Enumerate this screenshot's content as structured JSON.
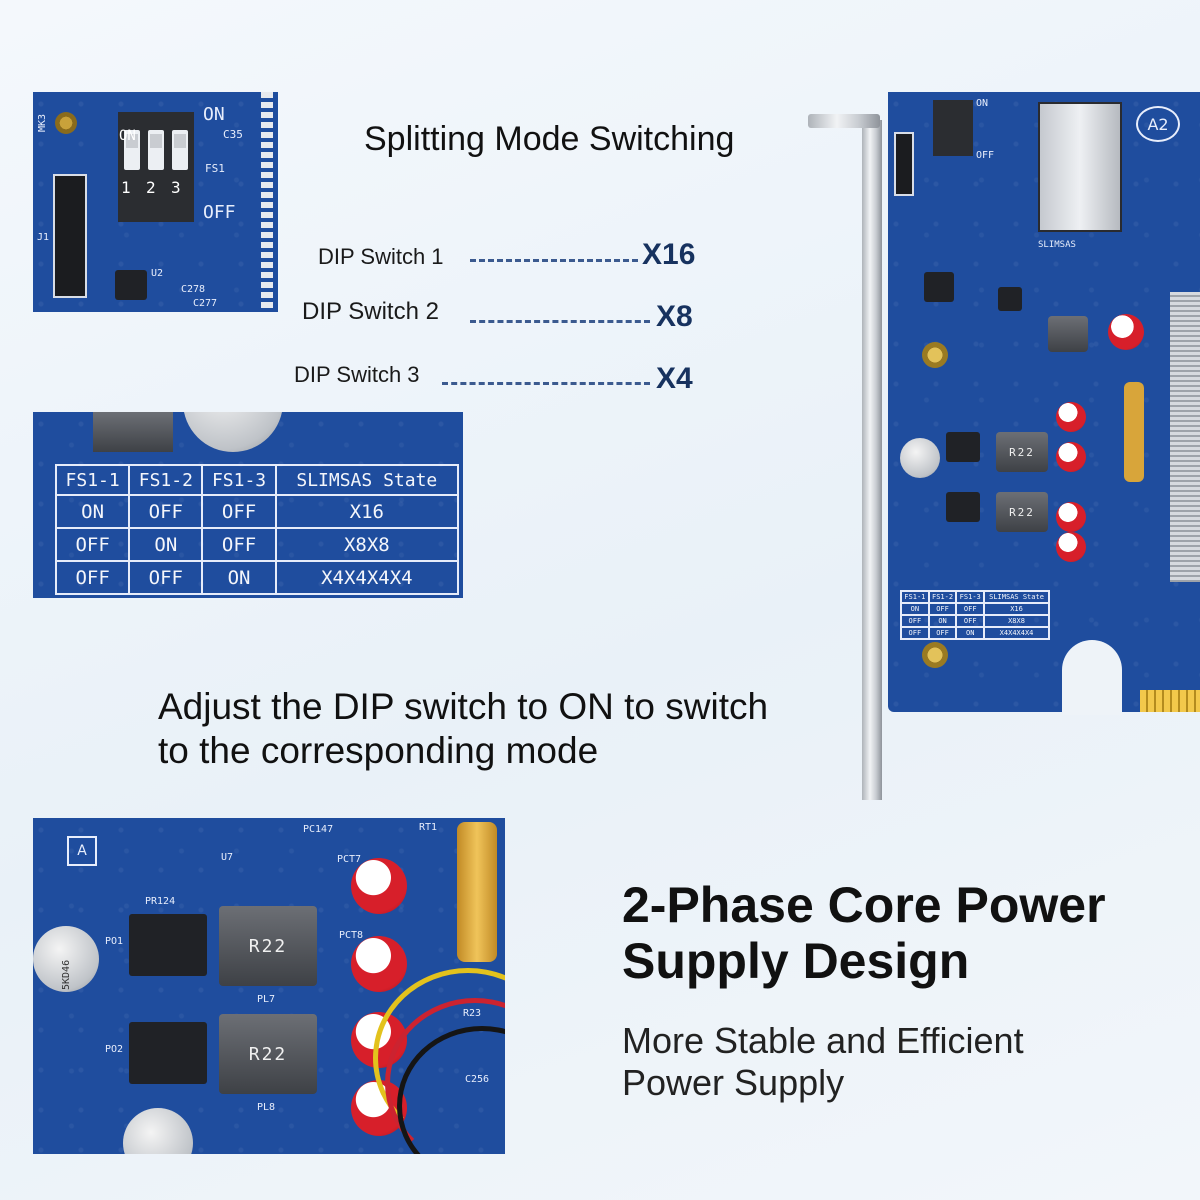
{
  "title": "Splitting Mode Switching",
  "dip_mapping": [
    {
      "label": "DIP Switch 1",
      "mode": "X16"
    },
    {
      "label": "DIP Switch 2",
      "mode": "X8"
    },
    {
      "label": "DIP Switch 3",
      "mode": "X4"
    }
  ],
  "dip_board_silk": {
    "on": "ON",
    "off": "OFF",
    "nums": [
      "1",
      "2",
      "3"
    ],
    "on_small": "ON",
    "j1": "J1",
    "c278": "C278",
    "c277": "C277",
    "u2": "U2",
    "fs1": "FS1",
    "mk3": "MK3",
    "c35": "C35"
  },
  "fs_table": {
    "headers": [
      "FS1-1",
      "FS1-2",
      "FS1-3",
      "SLIMSAS State"
    ],
    "rows": [
      [
        "ON",
        "OFF",
        "OFF",
        "X16"
      ],
      [
        "OFF",
        "ON",
        "OFF",
        "X8X8"
      ],
      [
        "OFF",
        "OFF",
        "ON",
        "X4X4X4X4"
      ]
    ]
  },
  "instruction": [
    "Adjust the DIP switch to ON to switch",
    "to the corresponding mode"
  ],
  "power": {
    "heading": [
      "2-Phase Core Power",
      "Supply Design"
    ],
    "subtext": [
      "More Stable and Efficient",
      "Power Supply"
    ],
    "inductor_label": "R22",
    "cap_label": "5KD46",
    "silk": {
      "pr124": "PR124",
      "po1": "PO1",
      "po2": "PO2",
      "pl7": "PL7",
      "pl8": "PL8",
      "rt1": "RT1",
      "u7": "U7",
      "pc147": "PC147",
      "pct7": "PCT7",
      "pct8": "PCT8",
      "r23": "R23",
      "c256": "C256"
    }
  },
  "card": {
    "a2": "A2",
    "slimsas": "SLIMSAS",
    "on": "ON",
    "off": "OFF"
  },
  "colors": {
    "pcb": "#1f4d9e",
    "heading": "#111111",
    "mode": "#17325f"
  }
}
